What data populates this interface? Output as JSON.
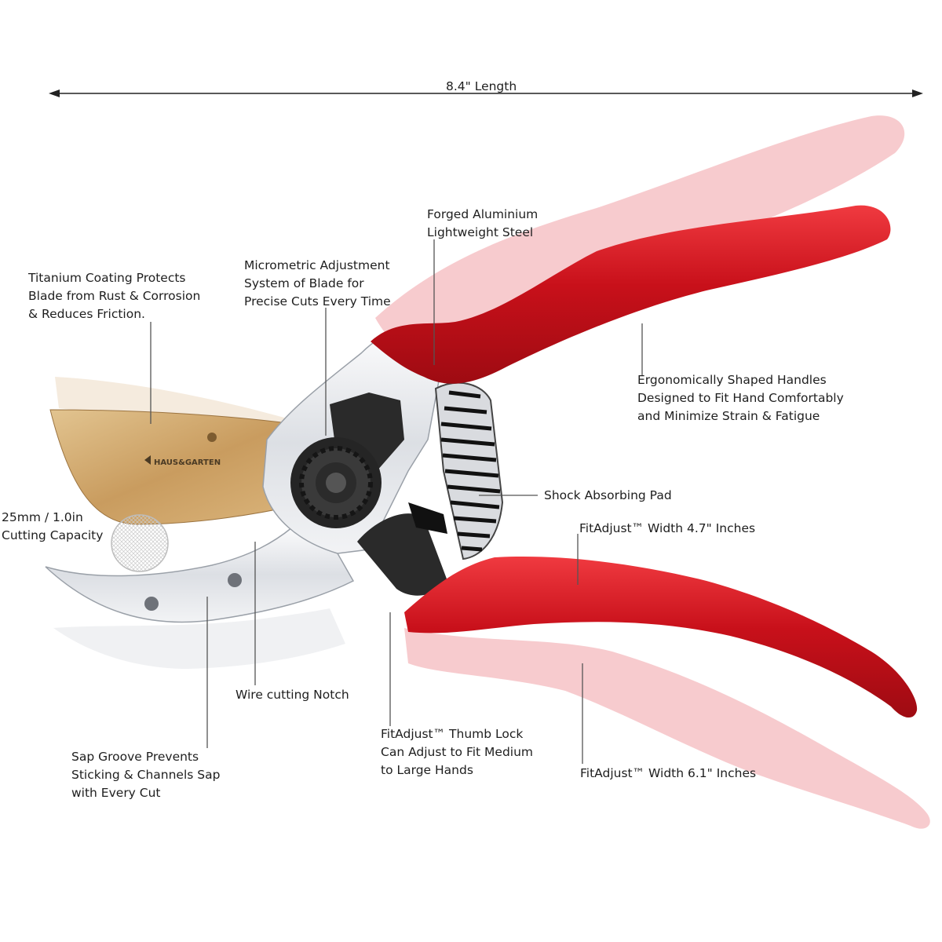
{
  "length": {
    "label": "8.4\" Length"
  },
  "brand": {
    "logo_text": "HAUS&GARTEN"
  },
  "callouts": {
    "forged": {
      "lines": [
        "Forged Aluminium",
        "Lightweight Steel"
      ]
    },
    "micrometric": {
      "lines": [
        "Micrometric Adjustment",
        "System of Blade for",
        "Precise Cuts Every Time"
      ]
    },
    "titanium": {
      "lines": [
        "Titanium Coating Protects",
        "Blade from Rust & Corrosion",
        "& Reduces Friction."
      ]
    },
    "ergonomic": {
      "lines": [
        "Ergonomically Shaped Handles",
        "Designed to Fit Hand Comfortably",
        "and Minimize Strain & Fatigue"
      ]
    },
    "shock": {
      "lines": [
        "Shock Absorbing Pad"
      ]
    },
    "capacity": {
      "lines": [
        "25mm / 1.0in",
        "Cutting Capacity"
      ]
    },
    "width47": {
      "lines": [
        "FitAdjust™ Width 4.7\" Inches"
      ]
    },
    "wire": {
      "lines": [
        "Wire cutting Notch"
      ]
    },
    "thumblock": {
      "lines": [
        "FitAdjust™ Thumb Lock",
        "Can Adjust to Fit Medium",
        "to Large Hands"
      ]
    },
    "sap": {
      "lines": [
        "Sap Groove Prevents",
        "Sticking & Channels Sap",
        "with Every Cut"
      ]
    },
    "width61": {
      "lines": [
        "FitAdjust™ Width 6.1\" Inches"
      ]
    }
  },
  "colors": {
    "handle_red": "#d0101a",
    "ghost_red": "#f4b9bd",
    "blade_gold": "#c9a066",
    "steel": "#e4e6ea",
    "dark": "#1f1f1f"
  }
}
